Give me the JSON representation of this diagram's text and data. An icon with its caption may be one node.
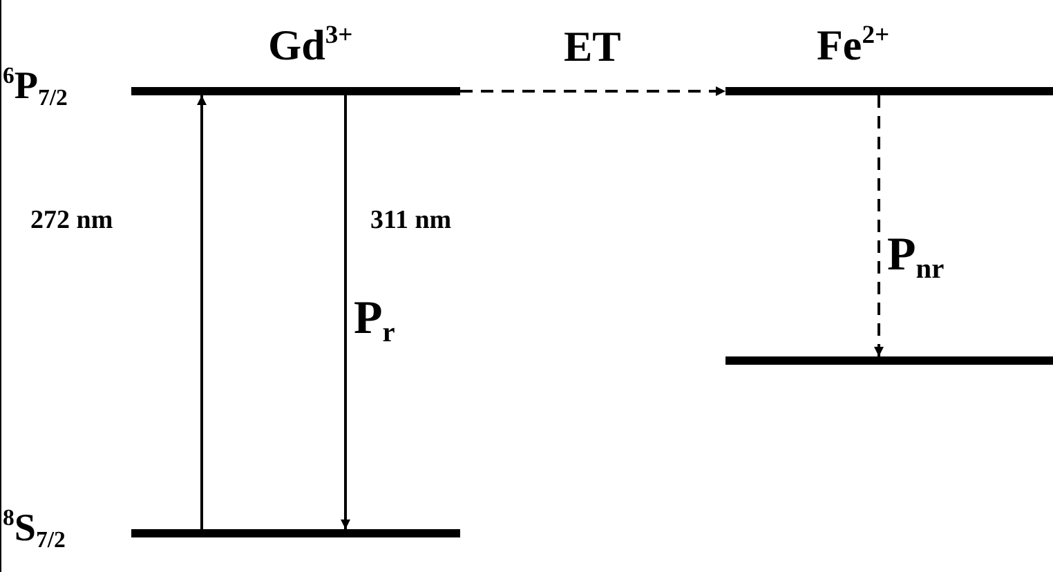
{
  "diagram": {
    "nodes": [
      {
        "text": [],
        "shape": "bar",
        "beside": [
          "$^{6}$P$_{7/2}$"
        ]
      },
      {
        "text": [],
        "shape": "bar",
        "beside": [
          "$^{8}$S$_{7/2}$"
        ]
      },
      {
        "text": [],
        "shape": "bar"
      },
      {
        "text": [],
        "shape": "bar"
      }
    ],
    "edges": [
      {
        "from": 1,
        "to": 0,
        "arrow": "to",
        "label": "272 nm"
      },
      {
        "from": 0,
        "to": 1,
        "arrow": "to",
        "label": "311 nm"
      },
      {
        "from": 0,
        "to": 2,
        "arrow": "to",
        "label": "ET",
        "style": "dashed"
      },
      {
        "from": 2,
        "to": 3,
        "arrow": "to",
        "label": "P$_{nr}$",
        "style": "dashed"
      }
    ],
    "labels": [
      "Gd$^{3+}$",
      "Fe$^{2+}$",
      "P$_{r}$"
    ]
  }
}
